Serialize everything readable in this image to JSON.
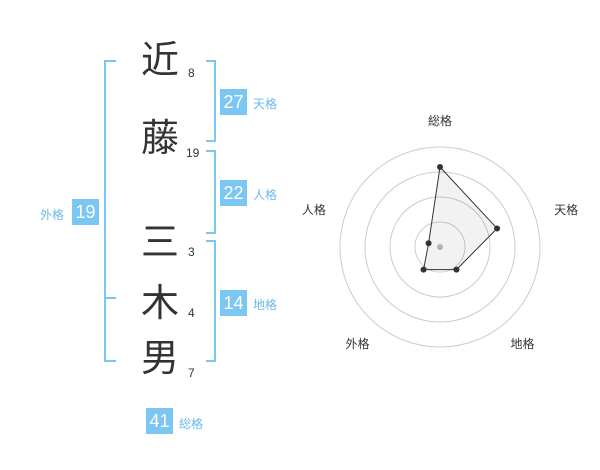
{
  "name": {
    "chars": [
      {
        "char": "近",
        "strokes": "8"
      },
      {
        "char": "藤",
        "strokes": "19"
      },
      {
        "char": "三",
        "strokes": "3"
      },
      {
        "char": "木",
        "strokes": "4"
      },
      {
        "char": "男",
        "strokes": "7"
      }
    ]
  },
  "kakusu": {
    "tenkaku": {
      "label": "天格",
      "value": "27"
    },
    "jinkaku": {
      "label": "人格",
      "value": "22"
    },
    "chikaku": {
      "label": "地格",
      "value": "14"
    },
    "gaikaku": {
      "label": "外格",
      "value": "19"
    },
    "soukaku": {
      "label": "総格",
      "value": "41"
    }
  },
  "colors": {
    "accent": "#7cc6f4",
    "label": "#6ab9ec",
    "text": "#333333"
  },
  "chart_data": {
    "type": "radar",
    "axes": [
      "総格",
      "天格",
      "地格",
      "外格",
      "人格"
    ],
    "values": [
      0.8,
      0.6,
      0.28,
      0.28,
      0.12
    ],
    "levels": 4,
    "range": [
      0,
      1
    ]
  }
}
